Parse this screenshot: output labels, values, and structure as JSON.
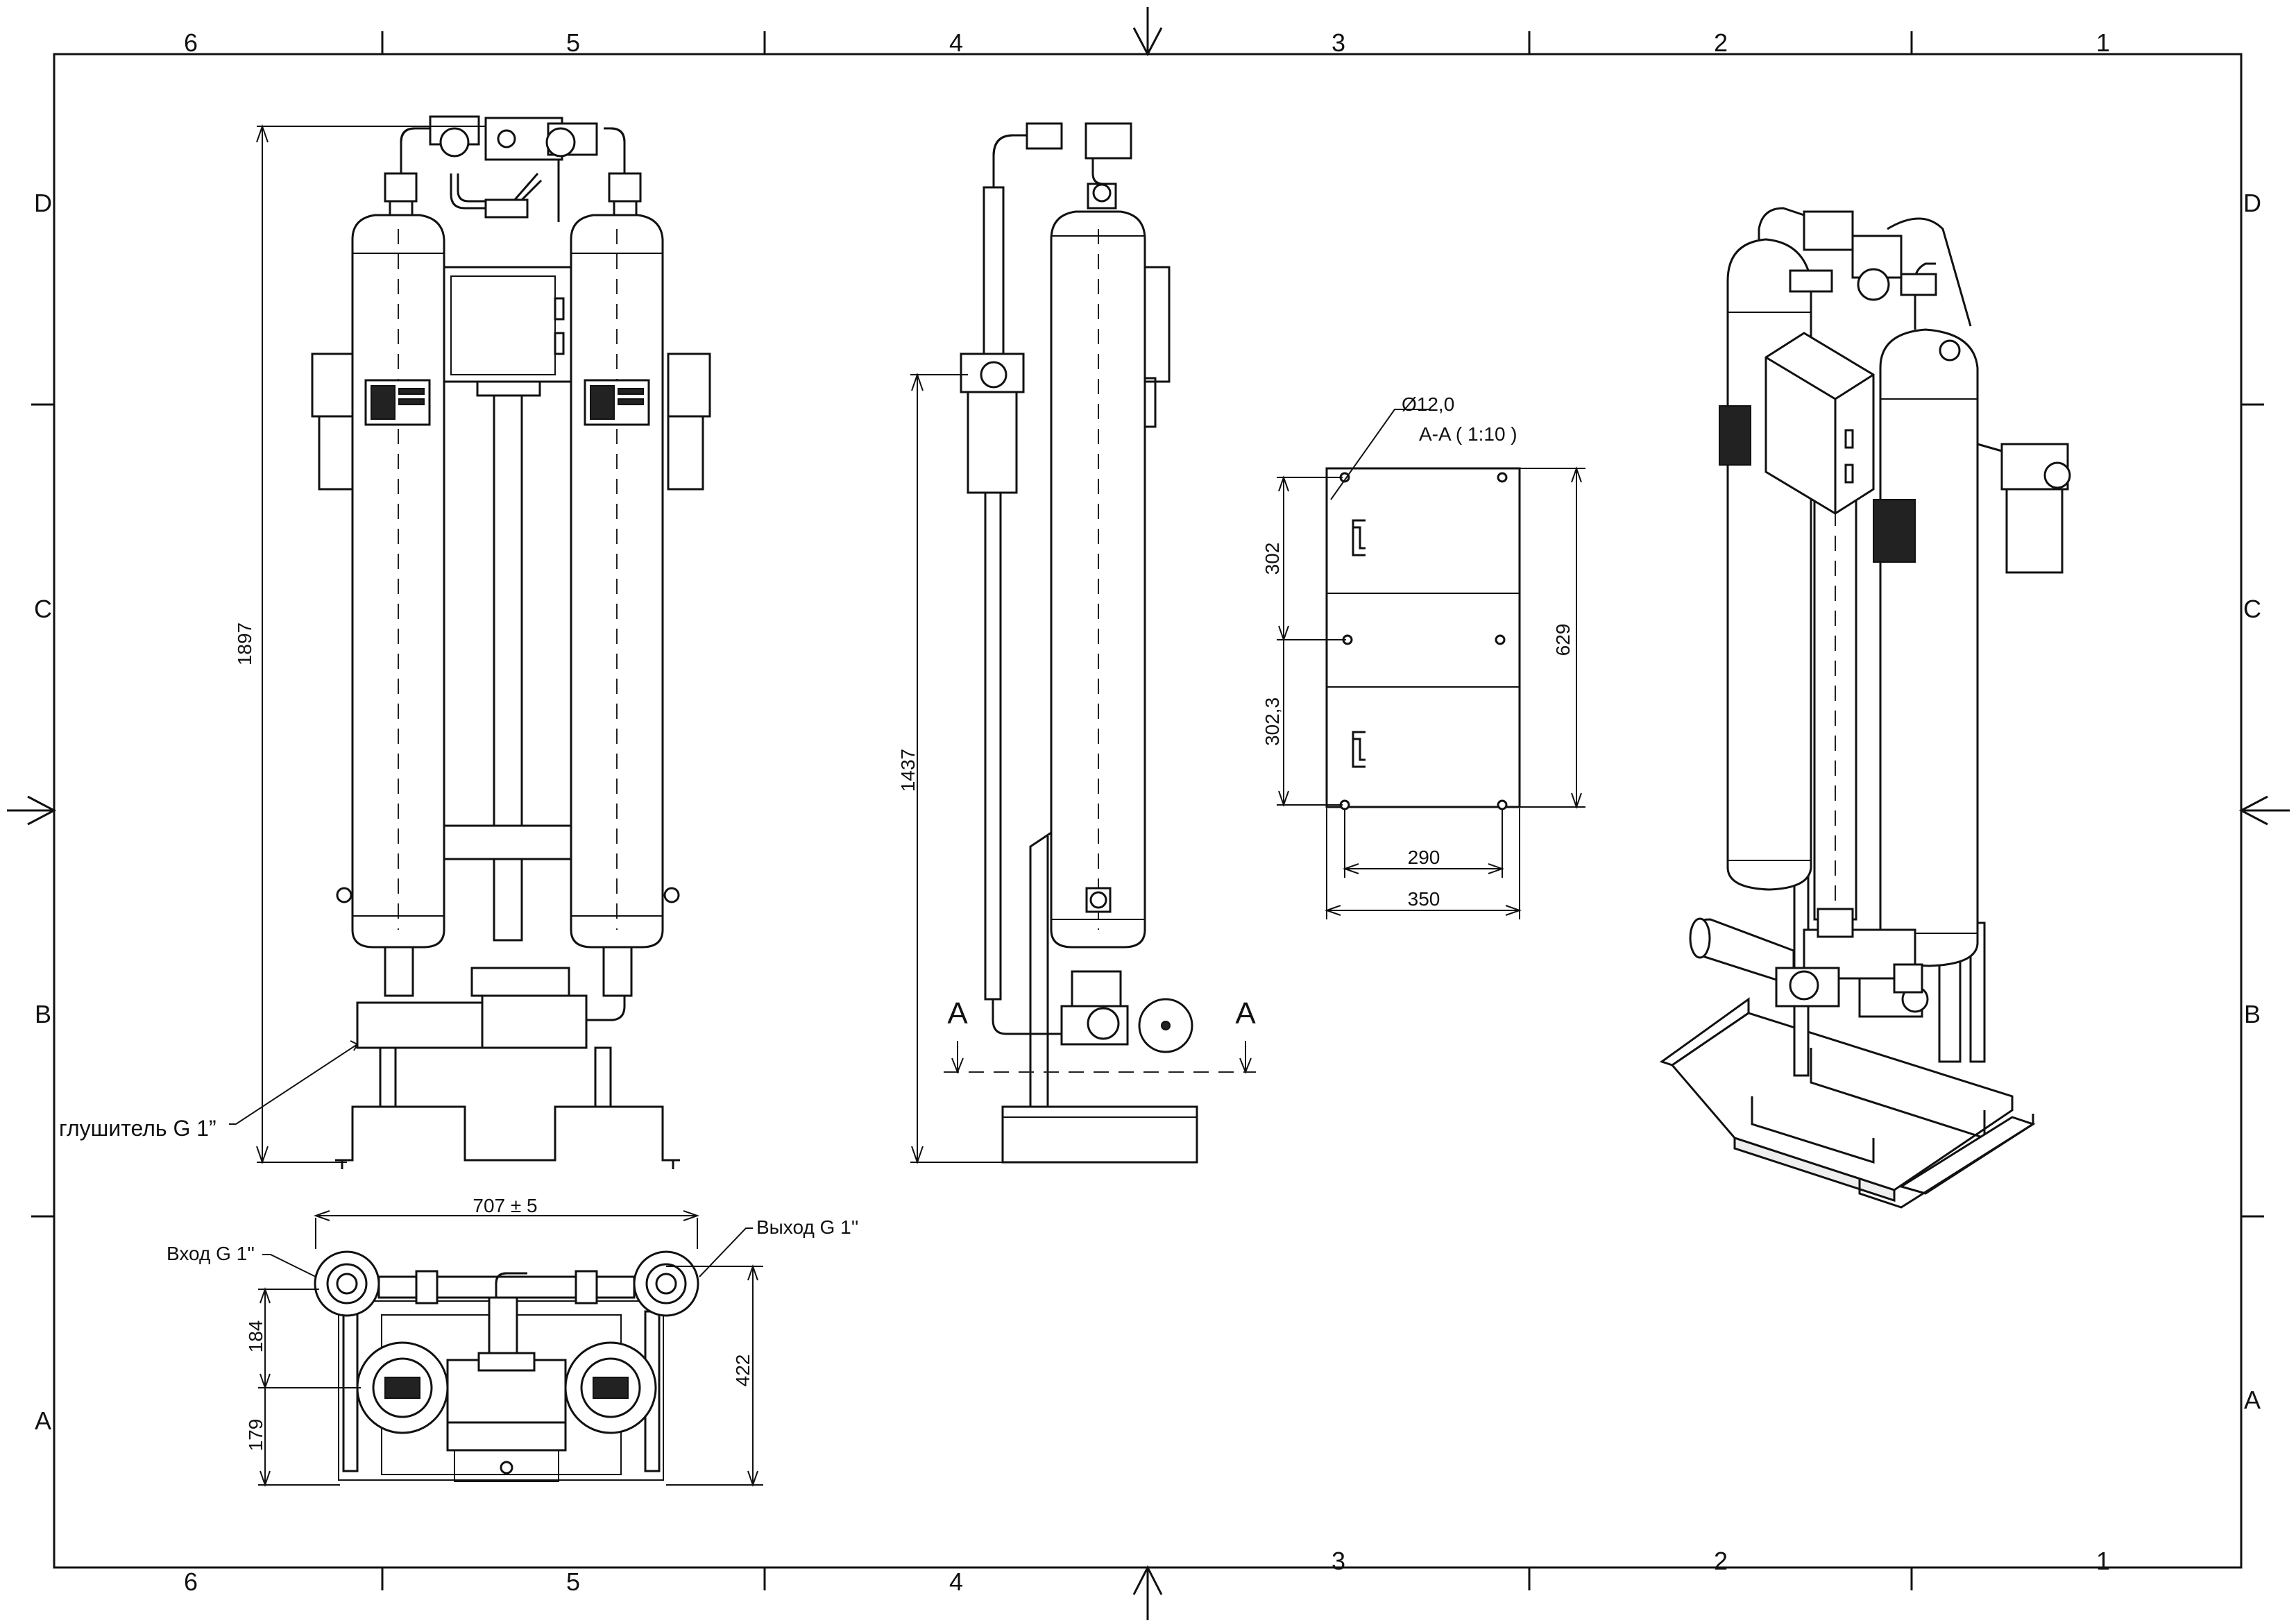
{
  "zone_columns": [
    "6",
    "5",
    "4",
    "3",
    "2",
    "1"
  ],
  "zone_rows": [
    "D",
    "C",
    "B",
    "A"
  ],
  "front_view": {
    "height_dim": "1897",
    "muffler_label": "глушитель G 1”"
  },
  "side_view": {
    "height_dim": "1437",
    "section_mark_left": "A",
    "section_mark_right": "A"
  },
  "section_view": {
    "hole_dim": "Ø12,0",
    "title": "A-A ( 1:10 )",
    "dim_302": "302",
    "dim_302_3": "302,3",
    "dim_629": "629",
    "dim_290": "290",
    "dim_350": "350"
  },
  "top_view": {
    "width_dim": "707 ± 5",
    "inlet_label": "Вход G 1''",
    "outlet_label": "Выход G 1''",
    "dim_184": "184",
    "dim_179": "179",
    "dim_422": "422"
  }
}
